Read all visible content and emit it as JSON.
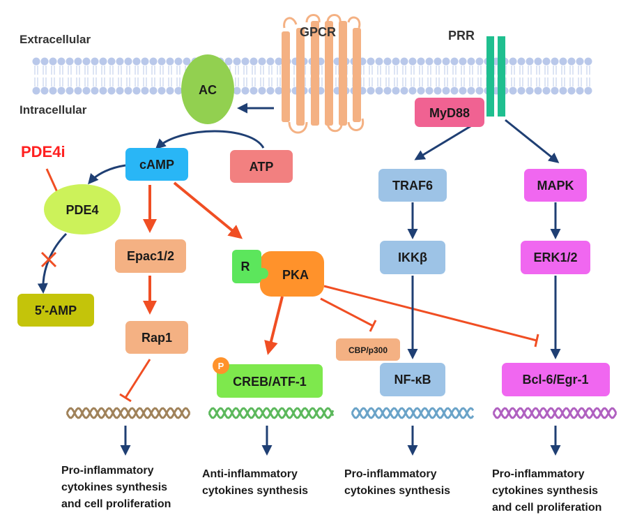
{
  "labels": {
    "extracellular": "Extracellular",
    "intracellular": "Intracellular",
    "gpcr": "GPCR",
    "prr": "PRR",
    "inhibitor": "PDE4i"
  },
  "nodes": {
    "ac": "AC",
    "myd88": "MyD88",
    "camp": "cAMP",
    "atp": "ATP",
    "pde4": "PDE4",
    "traf6": "TRAF6",
    "mapk": "MAPK",
    "epac": "Epac1/2",
    "r": "R",
    "pka": "PKA",
    "ikkb": "IKKβ",
    "erk": "ERK1/2",
    "amp5": "5′-AMP",
    "rap1": "Rap1",
    "cbp": "CBP/p300",
    "p": "P",
    "creb": "CREB/ATF-1",
    "nfkb": "NF-κB",
    "bcl6": "Bcl-6/Egr-1"
  },
  "outcomes": {
    "col1": [
      "Pro-inflammatory",
      "cytokines synthesis",
      "and cell proliferation"
    ],
    "col2": [
      "Anti-inflammatory",
      "cytokines synthesis"
    ],
    "col3": [
      "Pro-inflammatory",
      "cytokines synthesis"
    ],
    "col4": [
      "Pro-inflammatory",
      "cytokines synthesis",
      "and cell proliferation"
    ]
  },
  "colors": {
    "membrane": "#b9c8ea",
    "gpcr": "#f4b183",
    "prr": "#1fbf8f",
    "ac": "#92d050",
    "myd88": "#f06292",
    "camp": "#29b6f6",
    "atp": "#f28080",
    "pde4": "#ccf25a",
    "traf6_path": "#9dc3e6",
    "mapk_path": "#f067f0",
    "epac_path": "#f4b183",
    "pka": "#ff922b",
    "r": "#5ce65c",
    "creb": "#7ee84d",
    "amp5": "#c4c40a",
    "activation_red": "#f04e23",
    "arrow_dark": "#1f3f73",
    "inhibitor_text": "#ff2020"
  }
}
